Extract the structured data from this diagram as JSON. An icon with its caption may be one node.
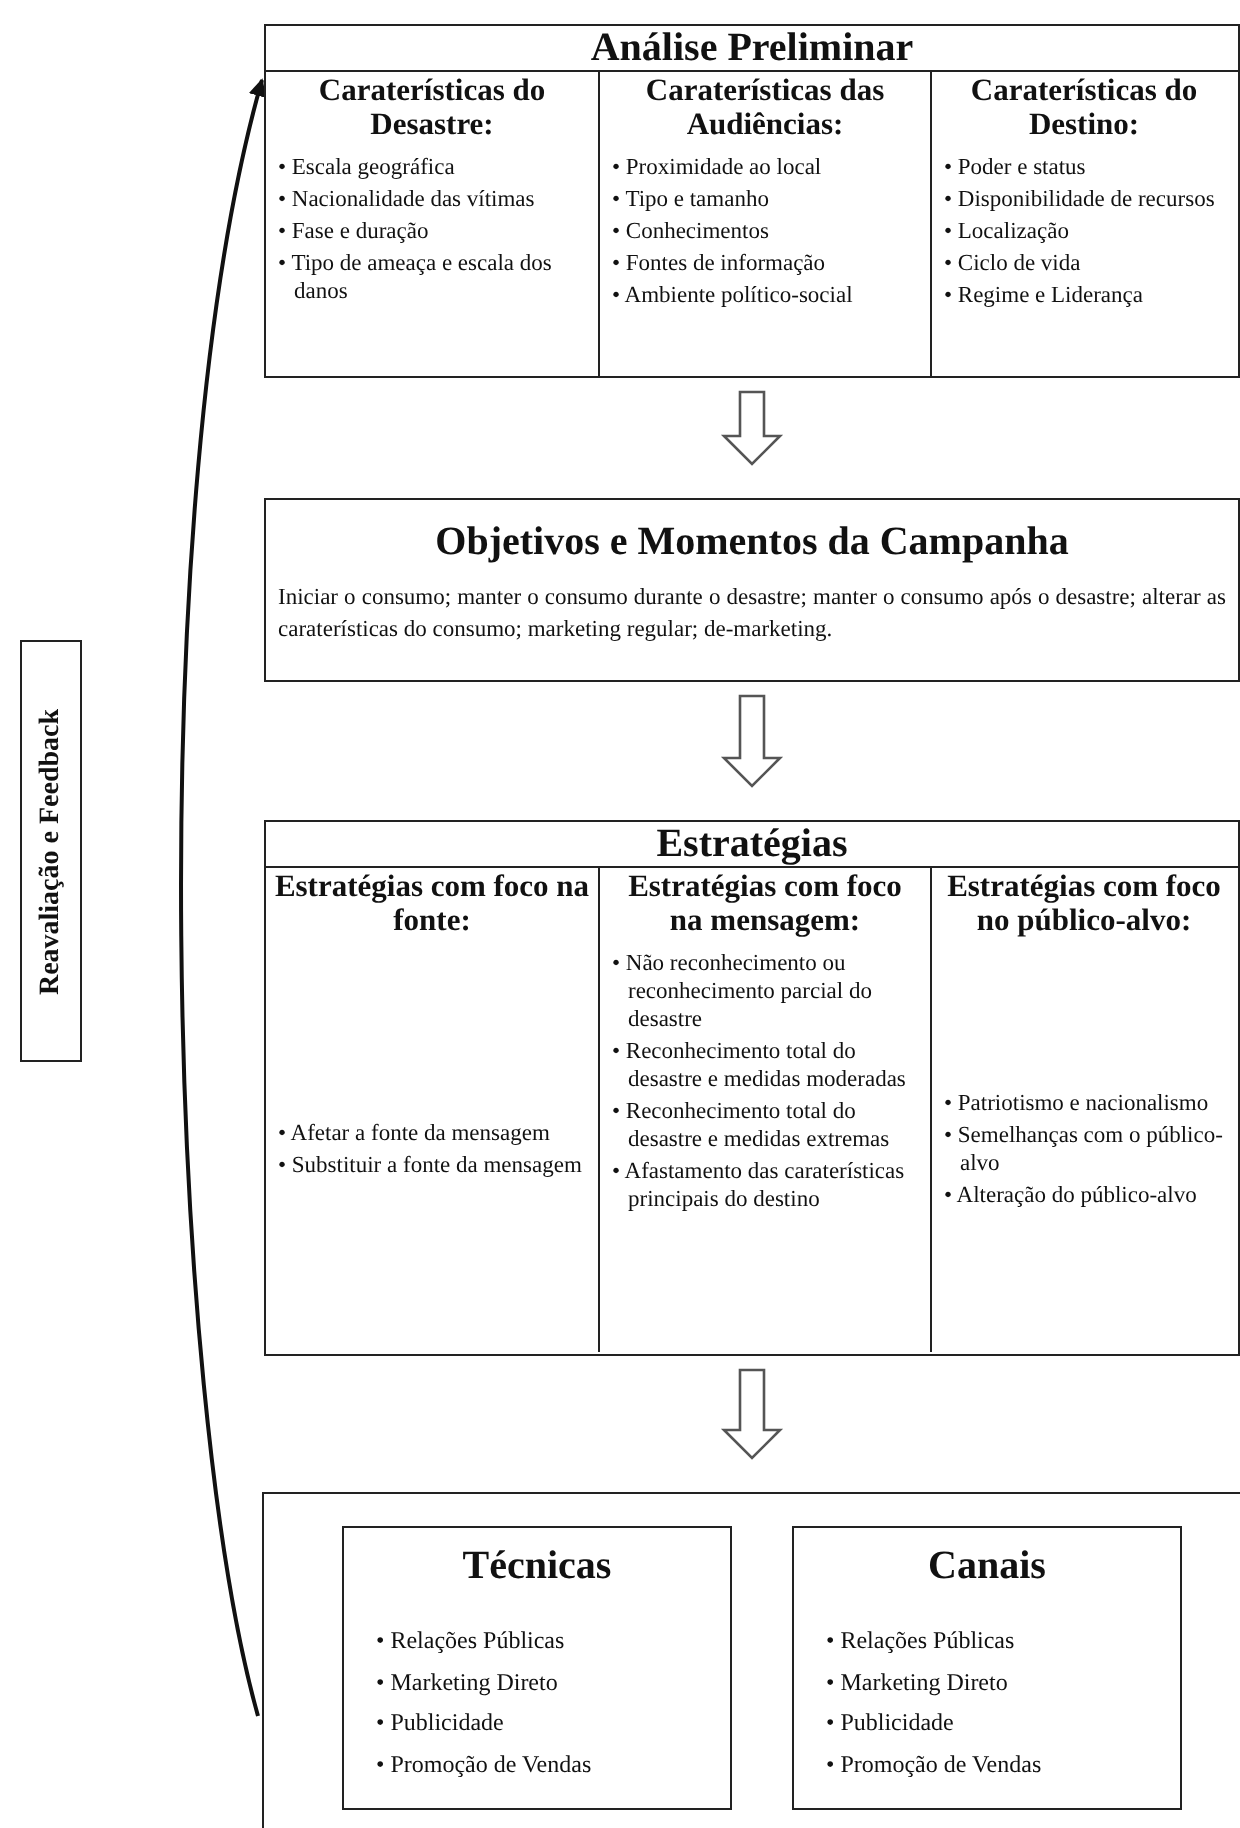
{
  "diagram": {
    "nodes": [
      {
        "text": [
          "Análise Preliminar"
        ]
      },
      {
        "text": [
          "Caraterísticas do Desastre:",
          "• Escala geográfica",
          "• Nacionalidade das vítimas",
          "• Fase e duração",
          "• Tipo de ameaça e escala dos danos"
        ],
        "in": 0
      },
      {
        "text": [
          "Caraterísticas das Audiências:",
          "• Proximidade ao local",
          "• Tipo e tamanho",
          "• Conhecimentos",
          "• Fontes de informação",
          "• Ambiente político-social"
        ],
        "in": 0
      },
      {
        "text": [
          "Caraterísticas do Destino:",
          "• Poder e status",
          "• Disponibilidade de recursos",
          "• Localização",
          "• Ciclo de vida",
          "• Regime e Liderança"
        ],
        "in": 0
      },
      {
        "text": [
          "Objetivos e Momentos da Campanha",
          "Iniciar o consumo; manter o consumo durante o desastre; manter o consumo após o desastre; alterar as caraterísticas do consumo; marketing regular; de-marketing."
        ]
      },
      {
        "text": [
          "Estratégias"
        ]
      },
      {
        "text": [
          "Estratégias com foco na fonte:",
          "• Afetar a fonte da mensagem",
          "• Substituir a fonte da mensagem"
        ],
        "in": 5
      },
      {
        "text": [
          "Estratégias com foco na mensagem:",
          "• Não reconhecimento ou reconhecimento parcial do desastre",
          "• Reconhecimento total do desastre e medidas moderadas",
          "• Reconhecimento total do desastre e medidas extremas",
          "• Afastamento das caraterísticas principais do destino"
        ],
        "in": 5
      },
      {
        "text": [
          "Estratégias com foco no público-alvo:",
          "• Patriotismo e nacionalismo",
          "• Semelhanças com o público-alvo",
          "• Alteração do público-alvo"
        ],
        "in": 5
      },
      {
        "text": [],
        "shape": "box"
      },
      {
        "text": [
          "Técnicas",
          "• Relações Públicas",
          "• Marketing Direto",
          "• Publicidade",
          "• Promoção de Vendas"
        ],
        "in": 9
      },
      {
        "text": [
          "Canais",
          "• Relações Públicas",
          "• Marketing Direto",
          "• Publicidade",
          "• Promoção de Vendas"
        ],
        "in": 9
      },
      {
        "text": [
          "Reavaliação e Feedback"
        ]
      }
    ],
    "edges": [
      {
        "from": 0,
        "to": 4,
        "arrow": "to"
      },
      {
        "from": 4,
        "to": 5,
        "arrow": "to"
      },
      {
        "from": 5,
        "to": 9,
        "arrow": "to"
      },
      {
        "from": 9,
        "to": 0,
        "arrow": "to"
      }
    ]
  }
}
